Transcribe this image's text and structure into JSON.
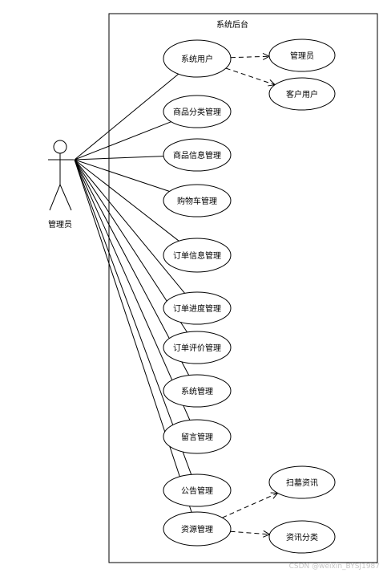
{
  "system": {
    "title": "系统后台"
  },
  "actor": {
    "label": "管理员"
  },
  "use_cases": [
    {
      "id": "system-users",
      "label": "系统用户"
    },
    {
      "id": "product-category-mgmt",
      "label": "商品分类管理"
    },
    {
      "id": "product-info-mgmt",
      "label": "商品信息管理"
    },
    {
      "id": "cart-mgmt",
      "label": "购物车管理"
    },
    {
      "id": "order-info-mgmt",
      "label": "订单信息管理"
    },
    {
      "id": "order-progress-mgmt",
      "label": "订单进度管理"
    },
    {
      "id": "order-review-mgmt",
      "label": "订单评价管理"
    },
    {
      "id": "system-mgmt",
      "label": "系统管理"
    },
    {
      "id": "message-mgmt",
      "label": "留言管理"
    },
    {
      "id": "notice-mgmt",
      "label": "公告管理"
    },
    {
      "id": "resource-mgmt",
      "label": "资源管理"
    }
  ],
  "extensions": [
    {
      "id": "administrator",
      "label": "管理员",
      "parent": "system-users"
    },
    {
      "id": "customer-user",
      "label": "客户用户",
      "parent": "system-users"
    },
    {
      "id": "news",
      "label": "扫墓资讯",
      "parent": "resource-mgmt"
    },
    {
      "id": "news-category",
      "label": "资讯分类",
      "parent": "resource-mgmt"
    }
  ],
  "colors": {
    "line": "#000000",
    "background": "#ffffff",
    "watermark": "#c8c8c8"
  },
  "watermark": {
    "text": "CSDN @weixin_BYSJ1987"
  }
}
